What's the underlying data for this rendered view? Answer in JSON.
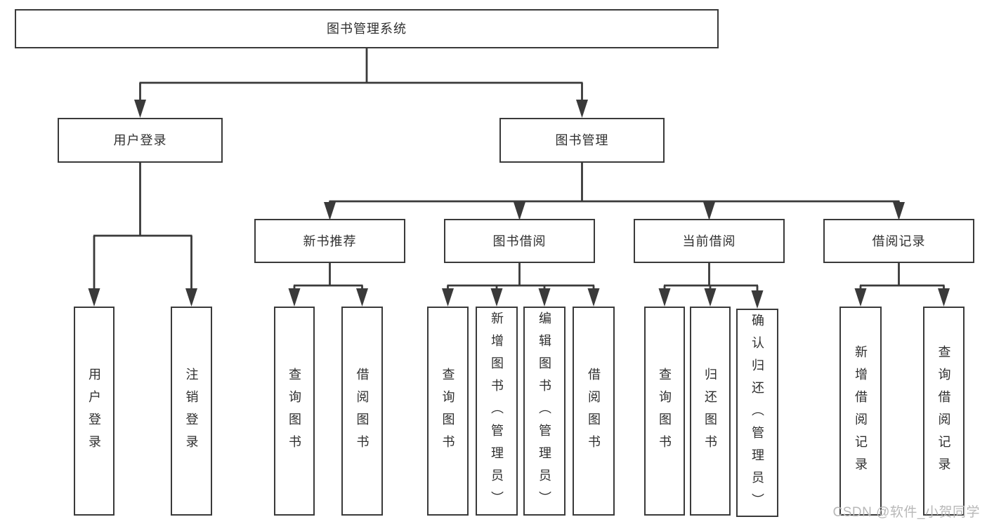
{
  "colors": {
    "line": "#3a3a3a",
    "box_border": "#3a3a3a",
    "text": "#2f2f2f",
    "watermark": "#b8b8b8",
    "background": "#ffffff"
  },
  "watermark": "CSDN @软件_小贺同学",
  "tree": {
    "label": "图书管理系统",
    "children": [
      {
        "label": "用户登录",
        "children": [
          "用户登录",
          "注销登录"
        ]
      },
      {
        "label": "图书管理",
        "children": [
          {
            "label": "新书推荐",
            "children": [
              "查询图书",
              "借阅图书"
            ]
          },
          {
            "label": "图书借阅",
            "children": [
              "查询图书",
              "新增图书（管理员）",
              "编辑图书（管理员）",
              "借阅图书"
            ]
          },
          {
            "label": "当前借阅",
            "children": [
              "查询图书",
              "归还图书",
              "确认归还（管理员）"
            ]
          },
          {
            "label": "借阅记录",
            "children": [
              "新增借阅记录",
              "查询借阅记录"
            ]
          }
        ]
      }
    ]
  }
}
